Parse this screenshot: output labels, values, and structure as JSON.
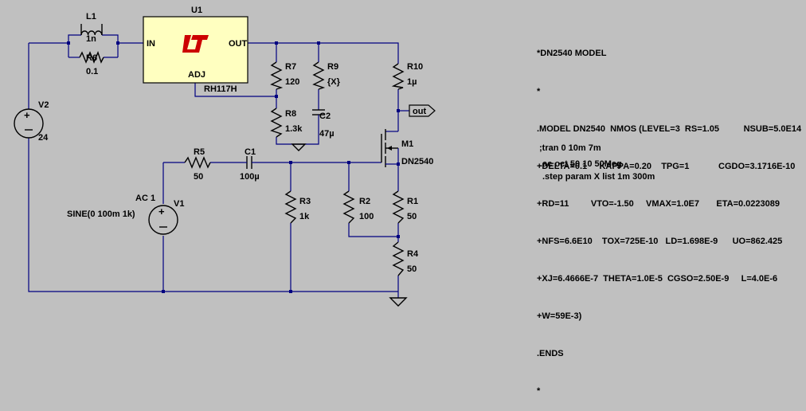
{
  "components": {
    "u1": {
      "name": "U1",
      "part": "RH117H",
      "pin_in": "IN",
      "pin_out": "OUT",
      "pin_adj": "ADJ"
    },
    "l1": {
      "name": "L1",
      "value": "1n"
    },
    "r6": {
      "name": "R6",
      "value": "0.1"
    },
    "v2": {
      "name": "V2",
      "value": "24"
    },
    "r7": {
      "name": "R7",
      "value": "120"
    },
    "r8": {
      "name": "R8",
      "value": "1.3k"
    },
    "r9": {
      "name": "R9",
      "value": "{X}"
    },
    "c2": {
      "name": "C2",
      "value": "47µ"
    },
    "r10": {
      "name": "R10",
      "value": "1µ"
    },
    "out_label": "out",
    "m1": {
      "name": "M1",
      "value": "DN2540"
    },
    "r5": {
      "name": "R5",
      "value": "50"
    },
    "c1": {
      "name": "C1",
      "value": "100µ"
    },
    "v1": {
      "name": "V1",
      "ac": "AC 1",
      "value": "SINE(0 100m 1k)"
    },
    "r3": {
      "name": "R3",
      "value": "1k"
    },
    "r2": {
      "name": "R2",
      "value": "100"
    },
    "r1": {
      "name": "R1",
      "value": "50"
    },
    "r4": {
      "name": "R4",
      "value": "50"
    }
  },
  "spice": {
    "model_lines": [
      "*DN2540 MODEL",
      "*",
      ".MODEL DN2540  NMOS (LEVEL=3  RS=1.05          NSUB=5.0E14",
      "+DELTA=0.1     KAPPA=0.20    TPG=1            CGDO=3.1716E-10",
      "+RD=11         VTO=-1.50     VMAX=1.0E7       ETA=0.0223089",
      "+NFS=6.6E10    TOX=725E-10   LD=1.698E-9      UO=862.425",
      "+XJ=6.4666E-7  THETA=1.0E-5  CGSO=2.50E-9     L=4.0E-6",
      "+W=59E-3)",
      ".ENDS",
      "*"
    ],
    "tran": ";tran 0 10m 7m",
    "ac": ".ac oct 50 10 50Meg",
    "step": ".step param X list 1m 300m"
  },
  "colors": {
    "background": "#c0c0c0",
    "wire": "#000080",
    "junction": "#000080",
    "regulator_fill": "#ffffc0",
    "logo": "#cc0000"
  }
}
